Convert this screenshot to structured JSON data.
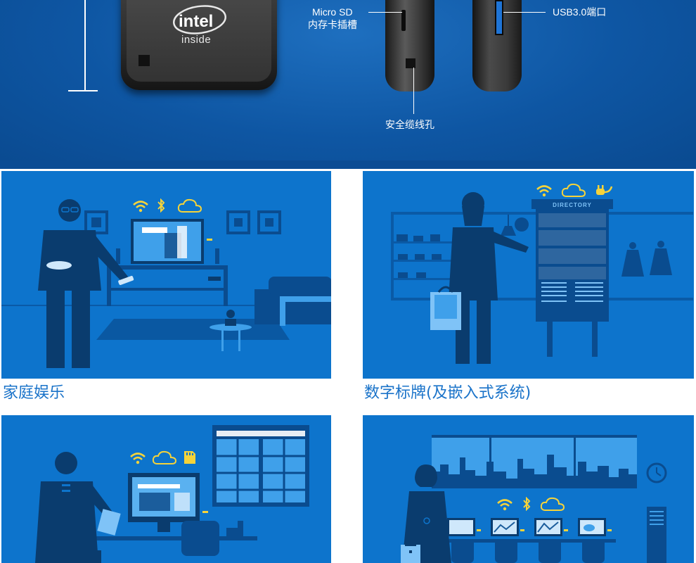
{
  "product": {
    "logo_text": "intel",
    "logo_sub": "inside",
    "callouts": {
      "micro_sd_line1": "Micro SD",
      "micro_sd_line2": "内存卡插槽",
      "usb": "USB3.0端口",
      "security": "安全缆线孔"
    }
  },
  "scenes": [
    {
      "caption": "家庭娱乐",
      "icons": [
        "wifi-icon",
        "bluetooth-icon",
        "cloud-icon"
      ]
    },
    {
      "caption": "数字标牌(及嵌入式系统)",
      "icons": [
        "wifi-icon",
        "cloud-icon",
        "power-plug-icon"
      ],
      "directory_label": "DIRECTORY"
    },
    {
      "caption": "",
      "icons": [
        "wifi-icon",
        "cloud-icon",
        "sd-card-icon"
      ]
    },
    {
      "caption": "",
      "icons": [
        "wifi-icon",
        "bluetooth-icon",
        "cloud-icon"
      ]
    }
  ],
  "colors": {
    "banner": "#0e56a3",
    "panel": "#0d74cc",
    "panel_dark": "#0a4c8f",
    "accent_yellow": "#f5d33a",
    "caption": "#1a73c9"
  }
}
